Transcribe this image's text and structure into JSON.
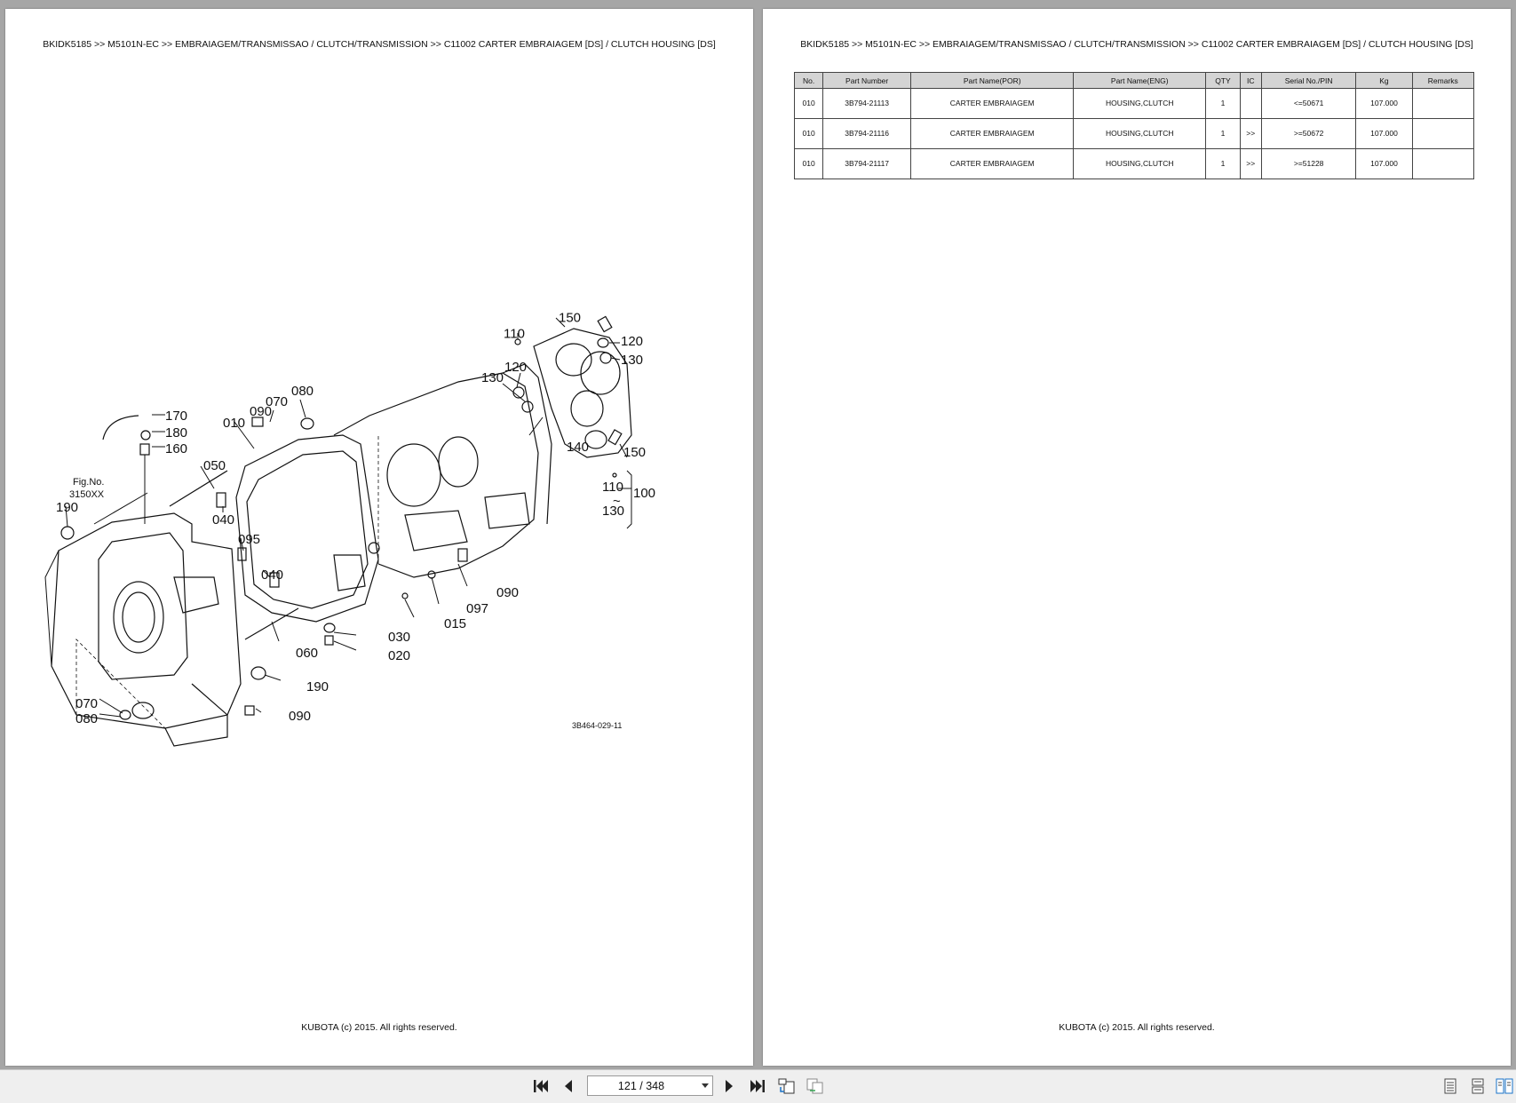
{
  "header": {
    "breadcrumb": "BKIDK5185 >> M5101N-EC >> EMBRAIAGEM/TRANSMISSAO / CLUTCH/TRANSMISSION >> C11002   CARTER EMBRAIAGEM [DS] / CLUTCH HOUSING [DS]"
  },
  "footer": {
    "copyright": "KUBOTA (c) 2015. All rights reserved."
  },
  "diagram": {
    "drawing_code": "3B464-029-11",
    "fig_no_label": "Fig.No.",
    "fig_no_value": "3150XX",
    "callouts": {
      "c150_top": "150",
      "c110_top": "110",
      "c120_right": "120",
      "c130_right": "130",
      "c120_mid": "120",
      "c130_mid": "130",
      "c080_top": "080",
      "c070_top": "070",
      "c090_top": "090",
      "c010": "010",
      "c170": "170",
      "c180": "180",
      "c160": "160",
      "c050": "050",
      "c140": "140",
      "c150_right": "150",
      "c110_range": "110",
      "c130_range": "130",
      "c100": "100",
      "c190_left": "190",
      "c040_upper": "040",
      "c095": "095",
      "c040_lower": "040",
      "c090_right": "090",
      "c097": "097",
      "c015": "015",
      "c030": "030",
      "c020": "020",
      "c060": "060",
      "c190_lower": "190",
      "c070_bottom": "070",
      "c080_bottom": "080",
      "c090_bottom": "090"
    }
  },
  "table": {
    "headers": [
      "No.",
      "Part Number",
      "Part Name(POR)",
      "Part Name(ENG)",
      "QTY",
      "IC",
      "Serial No./PIN",
      "Kg",
      "Remarks"
    ],
    "rows": [
      {
        "no": "010",
        "part_number": "3B794-21113",
        "name_por": "CARTER EMBRAIAGEM",
        "name_eng": "HOUSING,CLUTCH",
        "qty": "1",
        "ic": "",
        "serial": "<=50671",
        "kg": "107.000",
        "remarks": ""
      },
      {
        "no": "010",
        "part_number": "3B794-21116",
        "name_por": "CARTER EMBRAIAGEM",
        "name_eng": "HOUSING,CLUTCH",
        "qty": "1",
        "ic": ">>",
        "serial": ">=50672",
        "kg": "107.000",
        "remarks": ""
      },
      {
        "no": "010",
        "part_number": "3B794-21117",
        "name_por": "CARTER EMBRAIAGEM",
        "name_eng": "HOUSING,CLUTCH",
        "qty": "1",
        "ic": ">>",
        "serial": ">=51228",
        "kg": "107.000",
        "remarks": ""
      }
    ]
  },
  "toolbar": {
    "page_indicator": "121 / 348",
    "icons": [
      "first-page-icon",
      "previous-page-icon",
      "next-page-icon",
      "last-page-icon",
      "rotate-icon",
      "copy-icon",
      "single-page-view-icon",
      "continuous-view-icon",
      "two-page-view-icon"
    ]
  }
}
